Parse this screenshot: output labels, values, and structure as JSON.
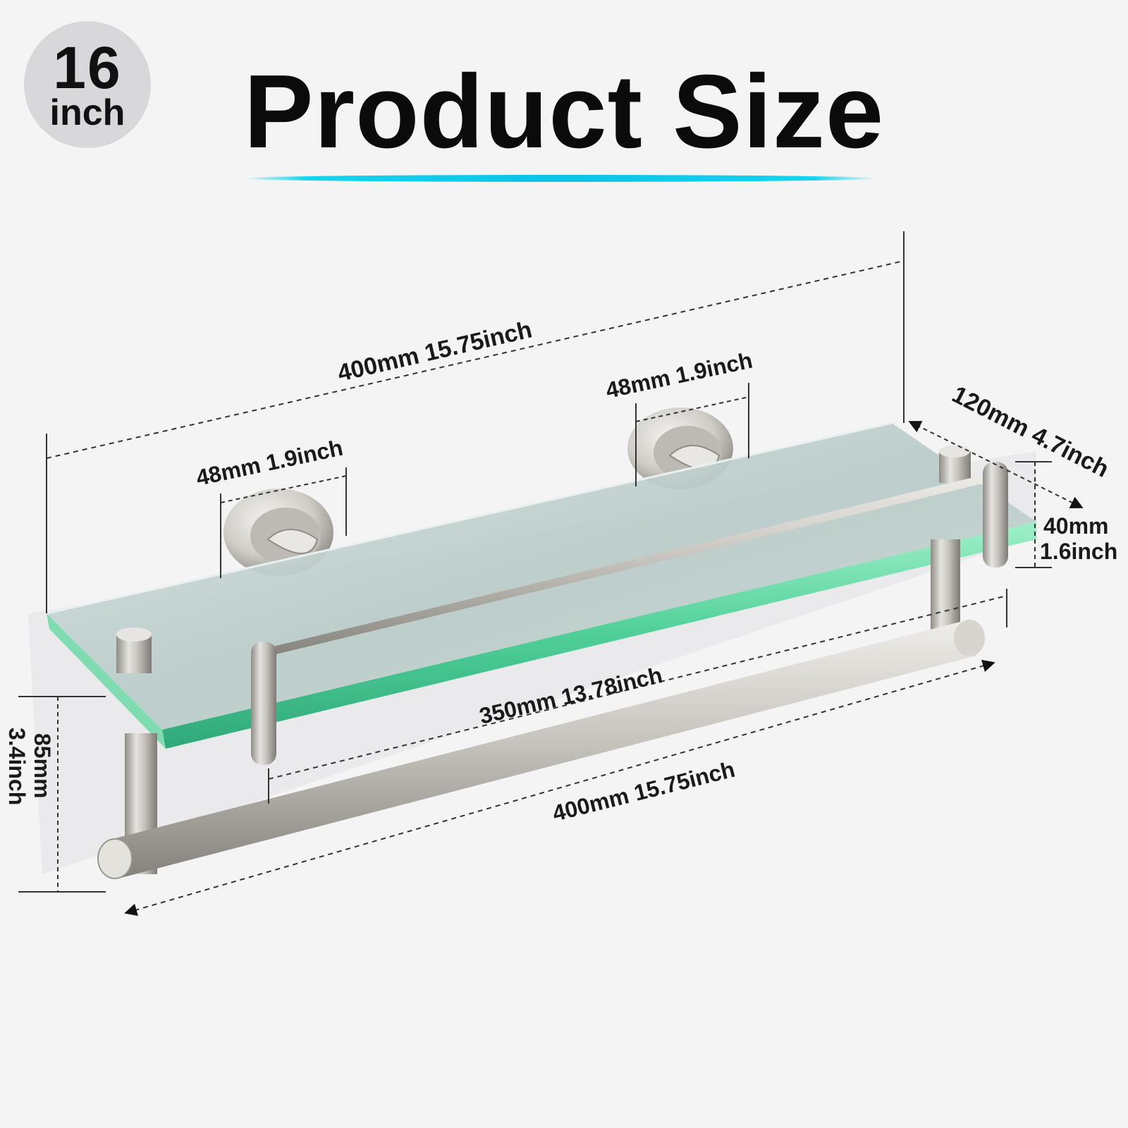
{
  "badge": {
    "number": "16",
    "unit": "inch"
  },
  "title": "Product Size",
  "dimensions": {
    "overall_width": "400mm 15.75inch",
    "mount_left": "48mm 1.9inch",
    "mount_right": "48mm 1.9inch",
    "depth": "120mm 4.7inch",
    "rail_height_mm": "40mm",
    "rail_height_in": "1.6inch",
    "rail_length": "350mm 13.78inch",
    "bar_length": "400mm 15.75inch",
    "total_height_mm": "85mm",
    "total_height_in": "3.4inch"
  },
  "colors": {
    "accent": "#0bc3e6",
    "metal": "#c9c6c0",
    "glass": "#bfd2cf",
    "glass_edge": "#5fd3a3"
  }
}
